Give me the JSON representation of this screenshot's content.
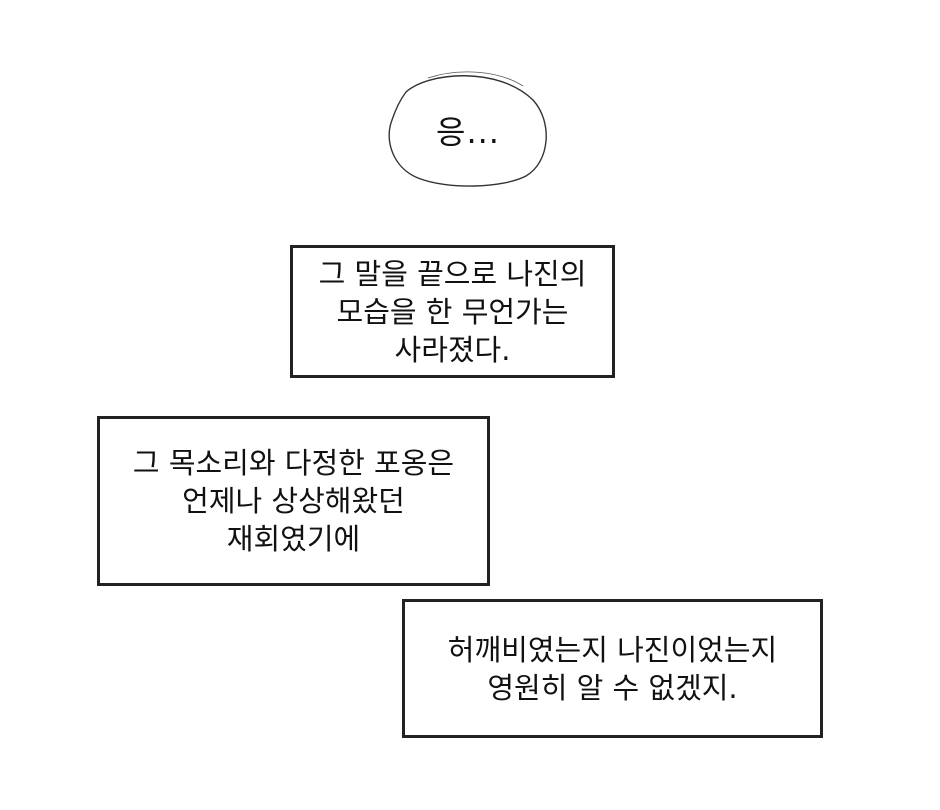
{
  "speech_bubble": {
    "text": "응..."
  },
  "captions": [
    {
      "lines": [
        "그 말을 끝으로 나진의",
        "모습을 한 무언가는",
        "사라졌다."
      ]
    },
    {
      "lines": [
        "그 목소리와 다정한 포옹은",
        "언제나 상상해왔던",
        "재회였기에"
      ]
    },
    {
      "lines": [
        "허깨비였는지 나진이었는지",
        "영원히 알 수 없겠지."
      ]
    }
  ]
}
